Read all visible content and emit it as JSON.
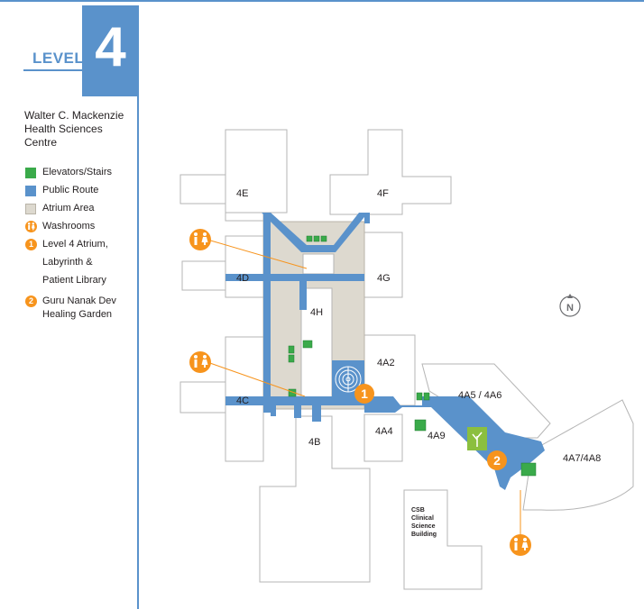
{
  "level": {
    "word": "LEVEL",
    "number": "4"
  },
  "building": {
    "line1": "Walter C. Mackenzie",
    "line2": "Health Sciences Centre"
  },
  "legend": {
    "elevators": "Elevators/Stairs",
    "public_route": "Public Route",
    "atrium": "Atrium Area",
    "washrooms": "Washrooms",
    "item1_num": "1",
    "item1_line1": "Level 4 Atrium,",
    "item1_line2": "Labyrinth &",
    "item1_line3": "Patient Library",
    "item2_num": "2",
    "item2_line1": "Guru Nanak Dev",
    "item2_line2": "Healing Garden"
  },
  "map": {
    "pods": {
      "e": "4E",
      "f": "4F",
      "d": "4D",
      "g": "4G",
      "h": "4H",
      "a2": "4A2",
      "c": "4C",
      "b": "4B",
      "a4": "4A4",
      "a9": "4A9",
      "a5": "4A5 / 4A6",
      "a7": "4A7/4A8"
    },
    "csb": {
      "line1": "CSB",
      "line2": "Clinical",
      "line3": "Science",
      "line4": "Building"
    },
    "marker1": "1",
    "marker2": "2",
    "north": "N"
  },
  "colors": {
    "accent": "#5a92cb",
    "stairs": "#3aaa4a",
    "atrium": "#ddd9cf",
    "orange": "#f7941d"
  }
}
